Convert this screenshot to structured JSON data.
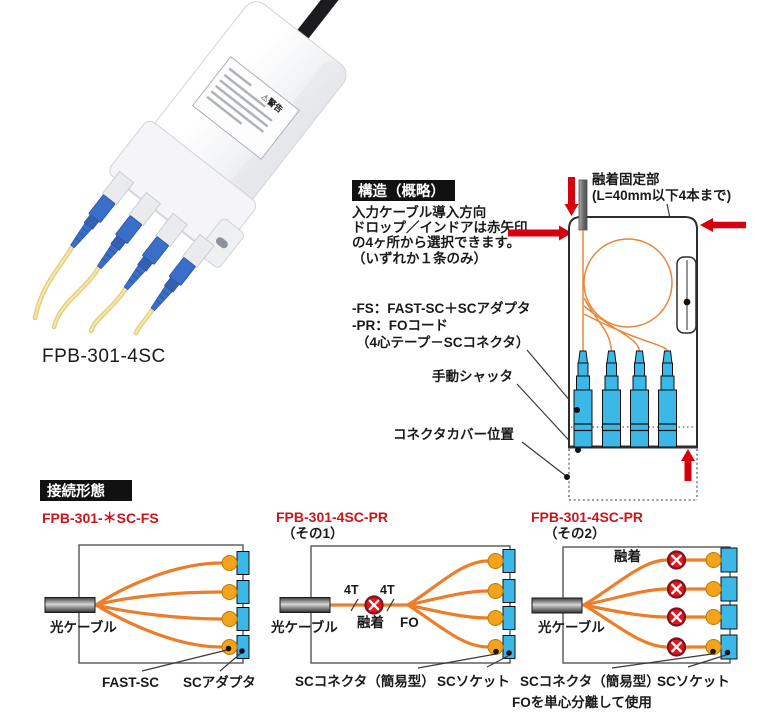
{
  "photo": {
    "caption": "FPB-301-4SC",
    "warning_label": "⚠警告"
  },
  "structure": {
    "badge": "構造（概略）",
    "intro_lines": [
      "入力ケーブル導入方向",
      "ドロップ／インドアは赤矢印",
      "の4ヶ所から選択できます。",
      "（いずれか１条のみ）"
    ],
    "fusion_part_label_1": "融着固定部",
    "fusion_part_label_2": "(L=40mm以下4本まで)",
    "type_fs_note": "-FS：FAST-SC＋SCアダプタ",
    "type_pr_note": "-PR：FOコード",
    "type_pr_note2": "（4心テープ－SCコネクタ）",
    "shutter_label": "手動シャッタ",
    "cover_label": "コネクタカバー位置"
  },
  "connection": {
    "badge": "接続形態",
    "diagram_fs": {
      "title": "FPB-301-＊SC-FS",
      "cable_label": "光ケーブル",
      "fastsc_label": "FAST-SC",
      "adapter_label": "SCアダプタ"
    },
    "diagram_pr1": {
      "title": "FPB-301-4SC-PR",
      "subtitle": "（その1）",
      "cable_label": "光ケーブル",
      "t4_left": "4T",
      "t4_right": "4T",
      "fusion_label": "融着",
      "fo_label": "FO",
      "connector_label": "SCコネクタ（簡易型）",
      "socket_label": "SCソケット"
    },
    "diagram_pr2": {
      "title": "FPB-301-4SC-PR",
      "subtitle": "（その2）",
      "fusion_label": "融着",
      "cable_label": "光ケーブル",
      "connector_label": "SCコネクタ（簡易型）",
      "socket_label": "SCソケット"
    },
    "footnote": "FOを単心分離して使用"
  },
  "colors": {
    "accent_red": "#d7000f",
    "title_red": "#c8161d",
    "fiber_orange": "#ee7d2a",
    "port_orange": "#f5a21d",
    "connector_blue": "#3bb8e8",
    "splice_red": "#e8121a",
    "photo_connector_blue": "#3a6fc9"
  }
}
